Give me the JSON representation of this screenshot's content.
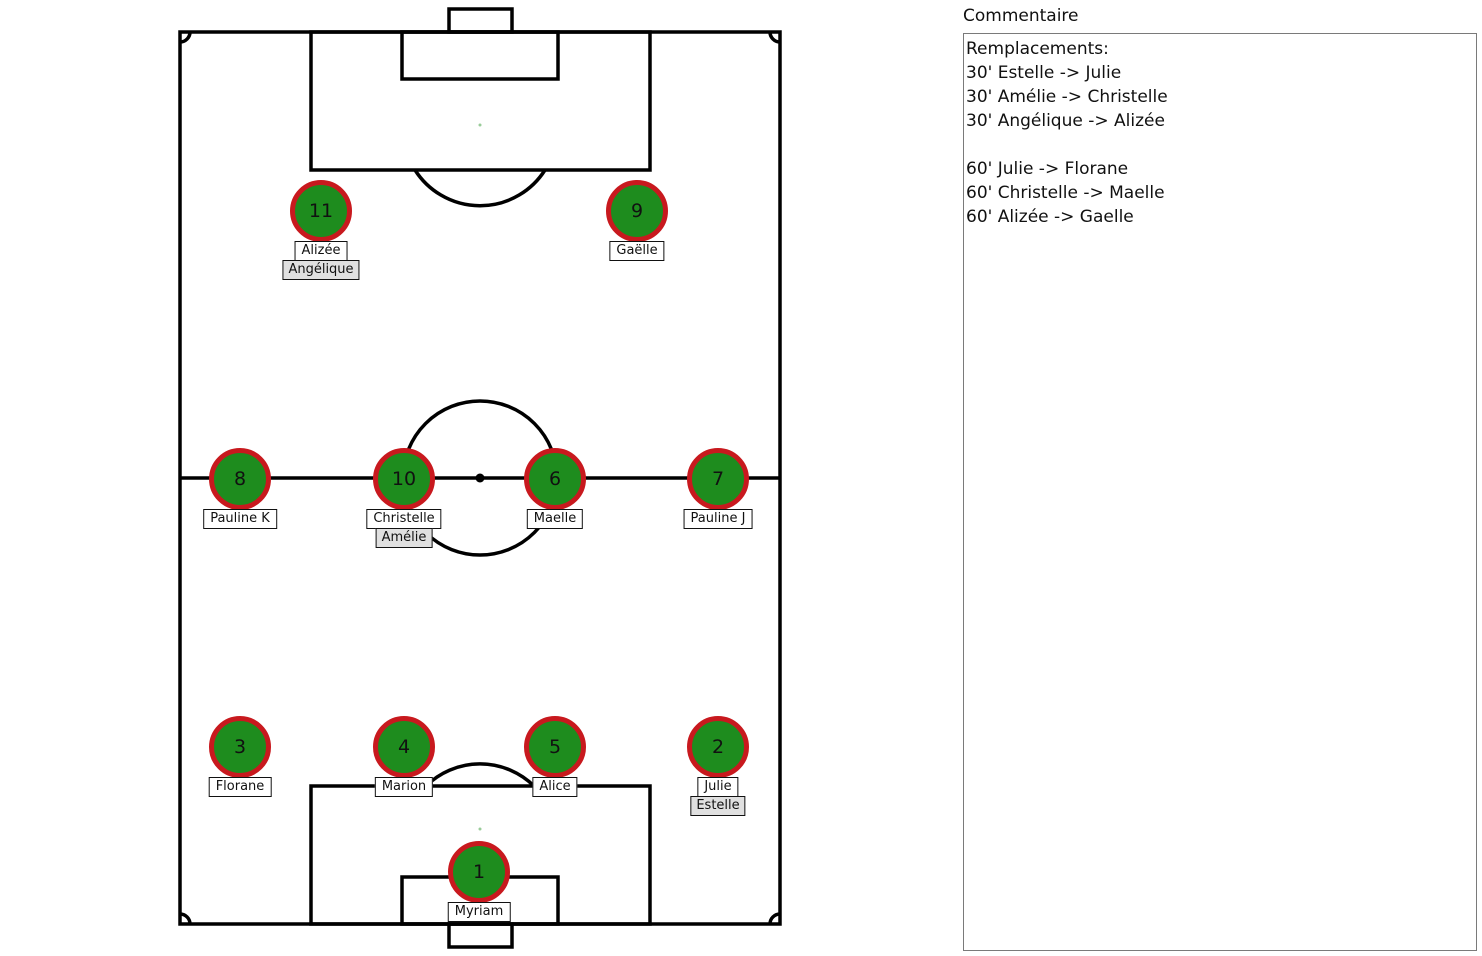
{
  "comment": {
    "label": "Commentaire",
    "lines": [
      "Remplacements:",
      "30' Estelle -> Julie",
      "30' Amélie -> Christelle",
      "30' Angélique -> Alizée",
      "",
      "60' Julie -> Florane",
      "60' Christelle -> Maelle",
      "60' Alizée -> Gaelle"
    ]
  },
  "colors": {
    "disc_fill": "#1e8c1e",
    "disc_border": "#c8191e",
    "sub_bg": "#e0e0e0"
  },
  "players": [
    {
      "number": "11",
      "name": "Alizée",
      "sub": "Angélique"
    },
    {
      "number": "9",
      "name": "Gaëlle",
      "sub": ""
    },
    {
      "number": "8",
      "name": "Pauline K",
      "sub": ""
    },
    {
      "number": "10",
      "name": "Christelle",
      "sub": "Amélie"
    },
    {
      "number": "6",
      "name": "Maelle",
      "sub": ""
    },
    {
      "number": "7",
      "name": "Pauline J",
      "sub": ""
    },
    {
      "number": "3",
      "name": "Florane",
      "sub": ""
    },
    {
      "number": "4",
      "name": "Marion",
      "sub": ""
    },
    {
      "number": "5",
      "name": "Alice",
      "sub": ""
    },
    {
      "number": "2",
      "name": "Julie",
      "sub": "Estelle"
    },
    {
      "number": "1",
      "name": "Myriam",
      "sub": ""
    }
  ]
}
